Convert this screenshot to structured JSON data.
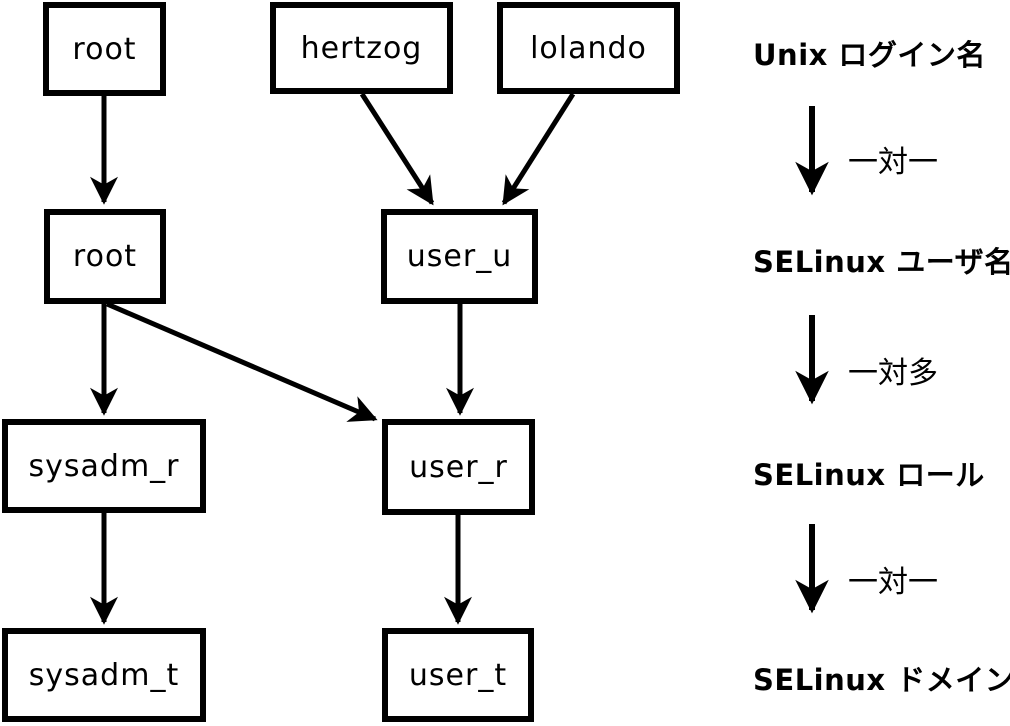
{
  "diagram": {
    "title_implicit": "",
    "nodes": [
      {
        "id": "root-login",
        "label": "root"
      },
      {
        "id": "hertzog",
        "label": "hertzog"
      },
      {
        "id": "lolando",
        "label": "lolando"
      },
      {
        "id": "root-seuser",
        "label": "root"
      },
      {
        "id": "user_u",
        "label": "user_u"
      },
      {
        "id": "sysadm_r",
        "label": "sysadm_r"
      },
      {
        "id": "user_r",
        "label": "user_r"
      },
      {
        "id": "sysadm_t",
        "label": "sysadm_t"
      },
      {
        "id": "user_t",
        "label": "user_t"
      }
    ],
    "edges": [
      {
        "from": "root-login",
        "to": "root-seuser"
      },
      {
        "from": "hertzog",
        "to": "user_u"
      },
      {
        "from": "lolando",
        "to": "user_u"
      },
      {
        "from": "root-seuser",
        "to": "sysadm_r"
      },
      {
        "from": "root-seuser",
        "to": "user_r"
      },
      {
        "from": "user_u",
        "to": "user_r"
      },
      {
        "from": "sysadm_r",
        "to": "sysadm_t"
      },
      {
        "from": "user_r",
        "to": "user_t"
      }
    ],
    "legend": {
      "levels": [
        "Unix ログイン名",
        "SELinux ユーザ名",
        "SELinux ロール",
        "SELinux ドメイン"
      ],
      "relations": [
        "一対一",
        "一対多",
        "一対一"
      ]
    },
    "colors": {
      "stroke": "#000000",
      "background": "#ffffff"
    }
  }
}
